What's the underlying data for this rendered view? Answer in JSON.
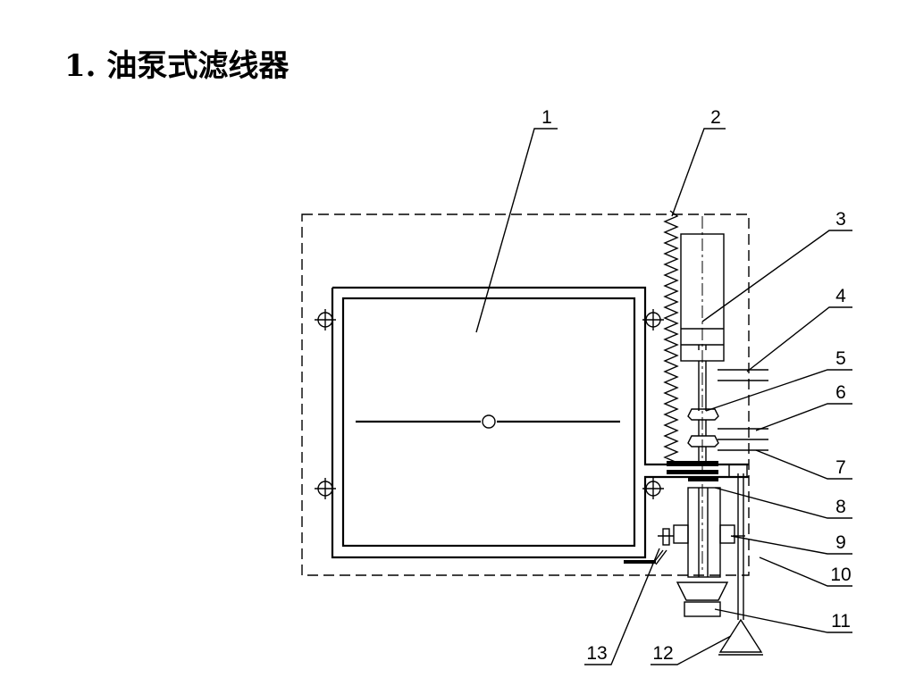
{
  "title": "1. 油泵式滤线器",
  "callouts": [
    "1",
    "2",
    "3",
    "4",
    "5",
    "6",
    "7",
    "8",
    "9",
    "10",
    "11",
    "12",
    "13"
  ]
}
